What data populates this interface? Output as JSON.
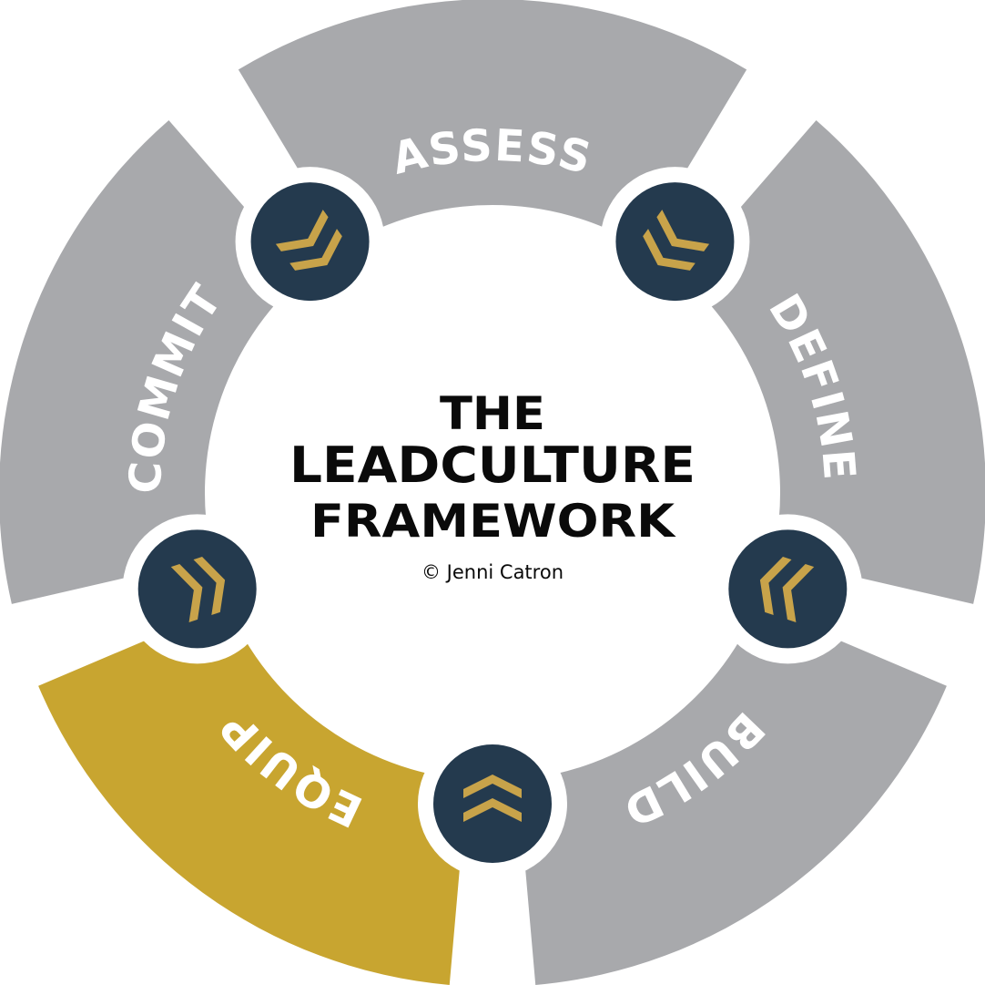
{
  "title": {
    "line1": "THE",
    "line2": "LEADCULTURE",
    "line3": "FRAMEWORK"
  },
  "copyright": "© Jenni Catron",
  "stages": [
    {
      "label": "ASSESS",
      "color": "#a8a9ac"
    },
    {
      "label": "DEFINE",
      "color": "#a8a9ac"
    },
    {
      "label": "BUILD",
      "color": "#a8a9ac"
    },
    {
      "label": "EQUIP",
      "color": "#c8a530"
    },
    {
      "label": "COMMIT",
      "color": "#a8a9ac"
    }
  ],
  "colors": {
    "node_fill": "#243a4e",
    "arrow_fill": "#c8a34a",
    "background": "#ffffff"
  },
  "icons": [
    "double-chevron-icon",
    "double-chevron-icon",
    "double-chevron-icon",
    "double-chevron-icon",
    "double-chevron-icon"
  ]
}
